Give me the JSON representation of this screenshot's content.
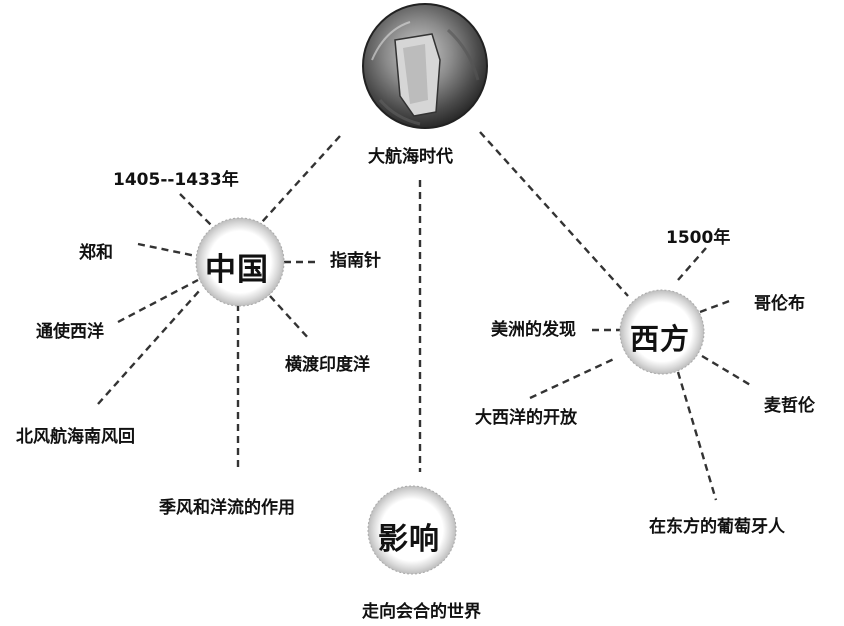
{
  "root": {
    "label": "大航海时代"
  },
  "hubs": {
    "china": {
      "label": "中国"
    },
    "west": {
      "label": "西方"
    },
    "impact": {
      "label": "影响"
    }
  },
  "china_branches": {
    "years": "1405--1433年",
    "zhenghe": "郑和",
    "tongshi": "通使西洋",
    "beifeng": "北风航海南风回",
    "jifeng": "季风和洋流的作用",
    "zhinan": "指南针",
    "hengdu": "横渡印度洋"
  },
  "west_branches": {
    "year": "1500年",
    "columbus": "哥伦布",
    "magellan": "麦哲伦",
    "portugal": "在东方的葡萄牙人",
    "atlantic": "大西洋的开放",
    "america": "美洲的发现"
  },
  "impact_branches": {
    "world": "走向会合的世界"
  },
  "colors": {
    "ink": "#111111",
    "line": "#333333"
  }
}
